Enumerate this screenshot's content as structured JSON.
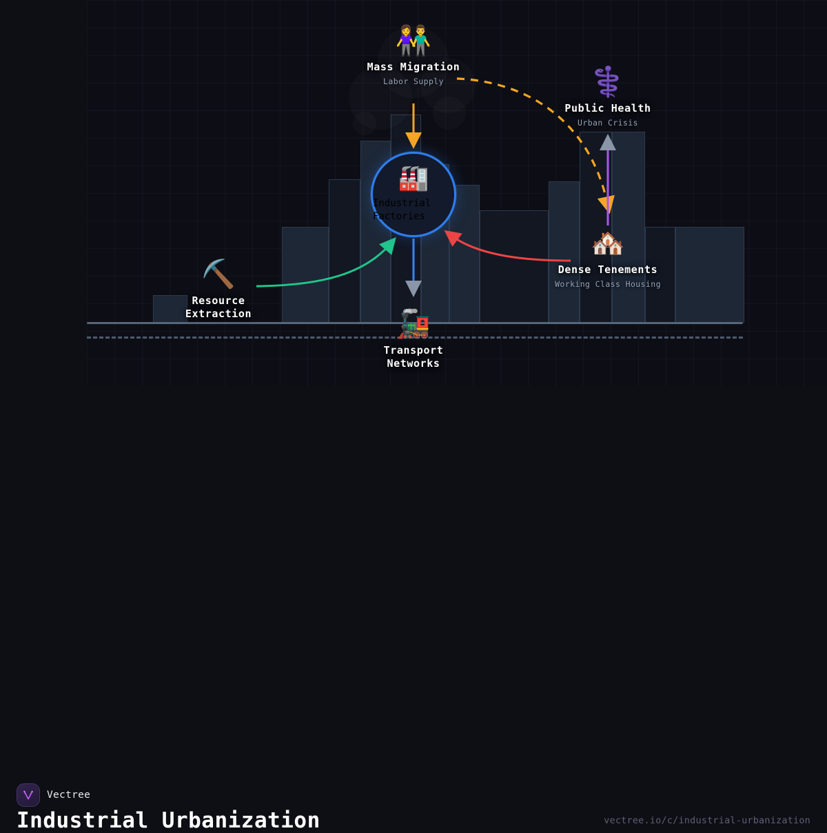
{
  "brand": {
    "name": "Vectree",
    "logo_icon": "vectree-tree-icon",
    "accent": "#c05cf0"
  },
  "page": {
    "title": "Industrial Urbanization",
    "url": "vectree.io/c/industrial-urbanization",
    "background": "#0e0e15"
  },
  "diagram": {
    "type": "concept-map",
    "nodes": [
      {
        "id": "mass-migration",
        "icon": "people-holding-hands-emoji",
        "glyph": "👫",
        "title": "Mass Migration",
        "subtitle": "Labor Supply",
        "highlighted": false
      },
      {
        "id": "public-health",
        "icon": "medical-symbol-emoji",
        "glyph": "⚕️",
        "title": "Public Health",
        "subtitle": "Urban Crisis",
        "highlighted": false
      },
      {
        "id": "industrial-factories",
        "icon": "factory-emoji",
        "glyph": "🏭",
        "title": "Industrial\nFactories",
        "subtitle": "",
        "highlighted": true,
        "accent": "#2f7ef0"
      },
      {
        "id": "dense-tenements",
        "icon": "houses-emoji",
        "glyph": "🏘️",
        "title": "Dense Tenements",
        "subtitle": "Working Class Housing",
        "highlighted": false
      },
      {
        "id": "resource-extraction",
        "icon": "pick-emoji",
        "glyph": "⛏️",
        "title": "Resource\nExtraction",
        "subtitle": "",
        "highlighted": false
      },
      {
        "id": "transport-networks",
        "icon": "locomotive-emoji",
        "glyph": "🚂",
        "title": "Transport\nNetworks",
        "subtitle": "",
        "highlighted": false
      }
    ],
    "edges": [
      {
        "id": "migration-to-factories",
        "from": "mass-migration",
        "to": "industrial-factories",
        "color": "#f5a623",
        "style": "solid"
      },
      {
        "id": "migration-to-health",
        "from": "mass-migration",
        "to": "public-health",
        "color": "#f5a623",
        "style": "dashed"
      },
      {
        "id": "extraction-to-factories",
        "from": "resource-extraction",
        "to": "industrial-factories",
        "color": "#22c58b",
        "style": "solid"
      },
      {
        "id": "tenements-to-factories",
        "from": "dense-tenements",
        "to": "industrial-factories",
        "color": "#ef4444",
        "style": "solid"
      },
      {
        "id": "factories-to-transport",
        "from": "industrial-factories",
        "to": "transport-networks",
        "color": "#3b82f6",
        "style": "solid"
      },
      {
        "id": "tenements-to-health",
        "from": "dense-tenements",
        "to": "public-health",
        "color": "#a855f7",
        "style": "solid"
      }
    ]
  }
}
